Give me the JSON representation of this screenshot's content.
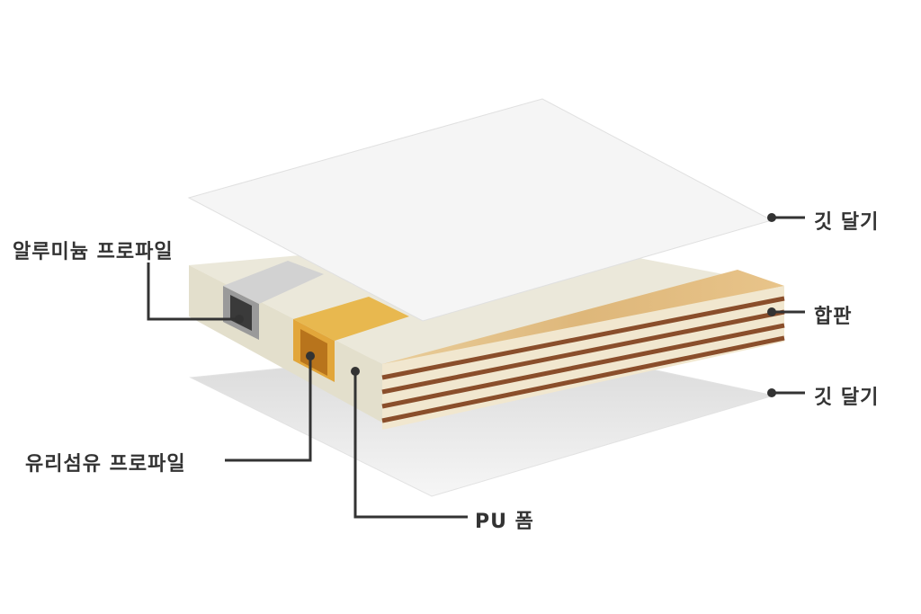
{
  "labels": {
    "top_skin": "깃 달기",
    "plywood": "합판",
    "bottom_skin": "깃 달기",
    "aluminum_profile": "알루미늄 프로파일",
    "fiberglass_profile": "유리섬유 프로파일",
    "pu_foam": "PU 폼"
  },
  "colors": {
    "sheet": "#f4f4f4",
    "foam": "#e6e3d3",
    "plywood_face": "#e5c58f",
    "plywood_stripe": "#8a4e2b",
    "fiberglass": "#e2a63a",
    "aluminum": "#9a9a9a",
    "line": "#333333"
  }
}
